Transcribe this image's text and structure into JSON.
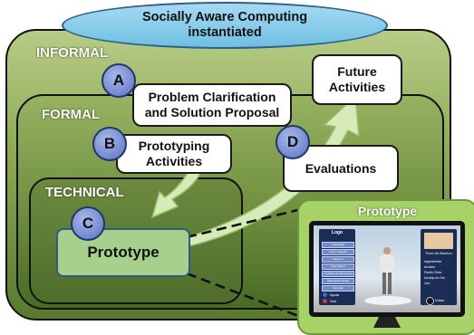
{
  "diagram": {
    "title": "Socially Aware Computing instantiated",
    "layers": {
      "informal": "INFORMAL",
      "formal": "FORMAL",
      "technical": "TECHNICAL"
    },
    "nodes": {
      "a": {
        "badge": "A",
        "label": "Problem Clarification and Solution Proposal"
      },
      "b": {
        "badge": "B",
        "label": "Prototyping Activities"
      },
      "c": {
        "badge": "C",
        "label": "Prototype"
      },
      "d": {
        "badge": "D",
        "label": "Evaluations"
      },
      "future": {
        "label": "Future Activities"
      }
    },
    "screenshot": {
      "title": "Prototype",
      "logo": "Logo",
      "menu_items": [
        "Homepage",
        "Como Chegar?",
        "Reserva",
        "Você Sabe?",
        "Histórias de Marmorato",
        "Marmorato Virtual",
        "Compare"
      ],
      "right_panel_title": "Torre de Boneco",
      "right_panel_items": [
        "Ingredientes",
        "Armário",
        "Pavão Cinta",
        "Azulejo Ao Sal",
        "Lixo"
      ],
      "bottom_labels": [
        "Ajuda",
        "Sair",
        "Voltar"
      ]
    },
    "colors": {
      "banner": "#6fbfe2",
      "layer_green": "#8aa852",
      "badge_blue": "#7088cf",
      "prototype_fill": "#a8d08d",
      "arrow_fill": "#d6ebb8",
      "tv_bezel": "#a7d267"
    }
  }
}
